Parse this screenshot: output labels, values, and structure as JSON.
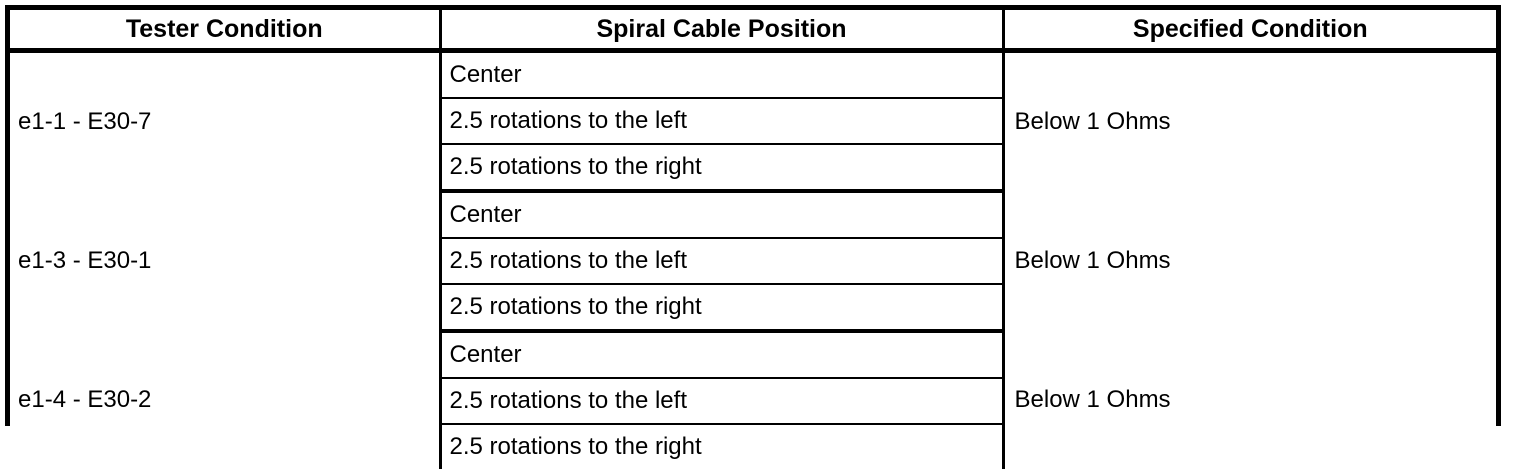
{
  "table": {
    "columns": [
      {
        "key": "tester",
        "label": "Tester Condition"
      },
      {
        "key": "position",
        "label": "Spiral Cable Position"
      },
      {
        "key": "condition",
        "label": "Specified Condition"
      }
    ],
    "groups": [
      {
        "tester": "e1-1 - E30-7",
        "condition": "Below 1 Ohms",
        "positions": [
          "Center",
          "2.5 rotations to the left",
          "2.5 rotations to the right"
        ]
      },
      {
        "tester": "e1-3 - E30-1",
        "condition": "Below 1 Ohms",
        "positions": [
          "Center",
          "2.5 rotations to the left",
          "2.5 rotations to the right"
        ]
      },
      {
        "tester": "e1-4 - E30-2",
        "condition": "Below 1 Ohms",
        "positions": [
          "Center",
          "2.5 rotations to the left",
          "2.5 rotations to the right"
        ]
      }
    ]
  },
  "colors": {
    "border": "#000000",
    "text": "#000000",
    "background": "#ffffff"
  }
}
